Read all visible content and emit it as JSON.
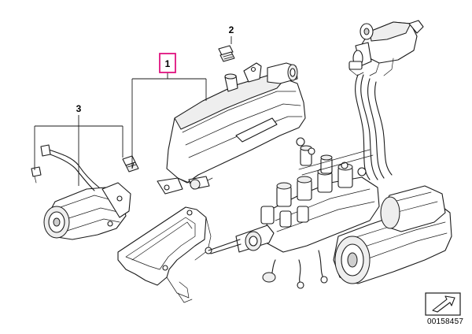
{
  "callouts": [
    {
      "number": "1",
      "highlighted": true
    },
    {
      "number": "2",
      "highlighted": false
    },
    {
      "number": "3",
      "highlighted": false
    }
  ],
  "diagram_id": "00158457",
  "colors": {
    "highlight": "#e0137f",
    "line": "#1a1a1a",
    "background": "#ffffff"
  },
  "icons": {
    "arrow_box": "arrow-box-icon"
  }
}
